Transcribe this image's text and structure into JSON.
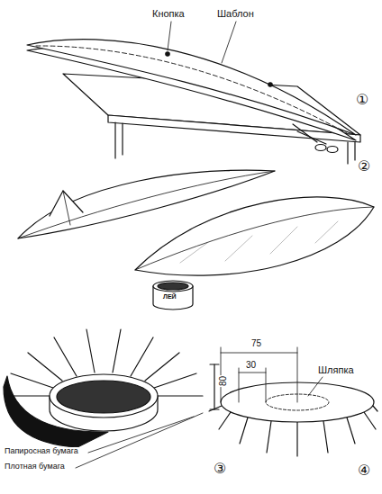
{
  "diagram": {
    "labels": [
      "Кнопка",
      "Шаблон",
      "①",
      "②",
      "ЛЕЙ",
      "80",
      "Папиросная бумага",
      "Плотная бумага",
      "③",
      "75",
      "30",
      "Шляпка",
      "④"
    ]
  }
}
